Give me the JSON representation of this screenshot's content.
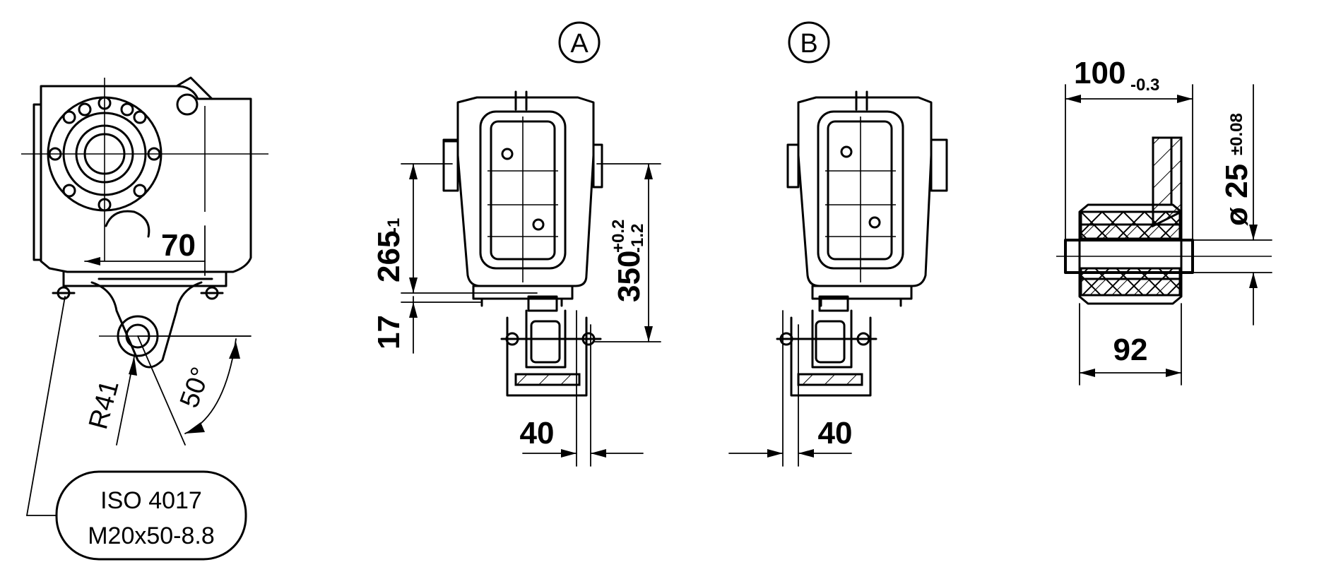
{
  "views": {
    "view_a_label": "A",
    "view_b_label": "B"
  },
  "dimensions": {
    "d70": "70",
    "r41": "R41",
    "angle50": "50°",
    "d265": "265",
    "d265_tol": "-1",
    "d17": "17",
    "d350": "350",
    "d350_tol_upper": "+0.2",
    "d350_tol_lower": "-1.2",
    "d40_a": "40",
    "d40_b": "40",
    "d100": "100",
    "d100_tol": "-0.3",
    "d92": "92",
    "dia25": "ø 25",
    "dia25_tol": "±0.08"
  },
  "callout": {
    "line1": "ISO 4017",
    "line2": "M20x50-8.8"
  }
}
